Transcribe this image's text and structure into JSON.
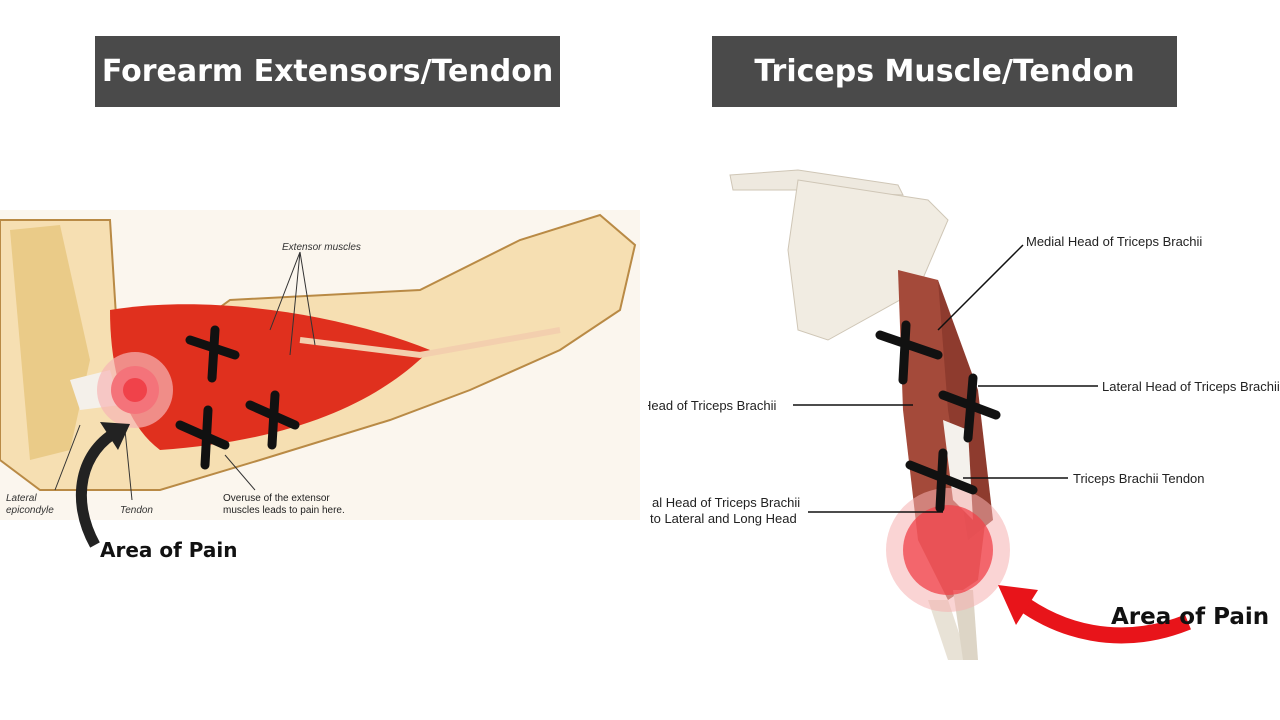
{
  "left": {
    "title": "Forearm Extensors/Tendon",
    "labels": {
      "extensor_muscles": "Extensor muscles",
      "lateral_epicondyle_1": "Lateral",
      "lateral_epicondyle_2": "epicondyle",
      "tendon": "Tendon",
      "overuse_1": "Overuse of the extensor",
      "overuse_2": "muscles leads to pain here."
    },
    "pain_label": "Area of Pain",
    "arrow_color": "#222222"
  },
  "right": {
    "title": "Triceps Muscle/Tendon",
    "labels": {
      "medial_head": "Medial Head of Triceps Brachii",
      "lateral_head": "Lateral Head of Triceps Brachii",
      "long_head": "Head of Triceps Brachii",
      "tendon": "Triceps Brachii Tendon",
      "medial_deep_1": "al Head of Triceps Brachii",
      "medial_deep_2": "to Lateral and Long Head"
    },
    "pain_label": "Area of Pain",
    "arrow_color": "#e8141a"
  },
  "colors": {
    "banner": "#4a4a4a",
    "muscle": "#e0301e",
    "pain_marker": "#f0424a"
  }
}
